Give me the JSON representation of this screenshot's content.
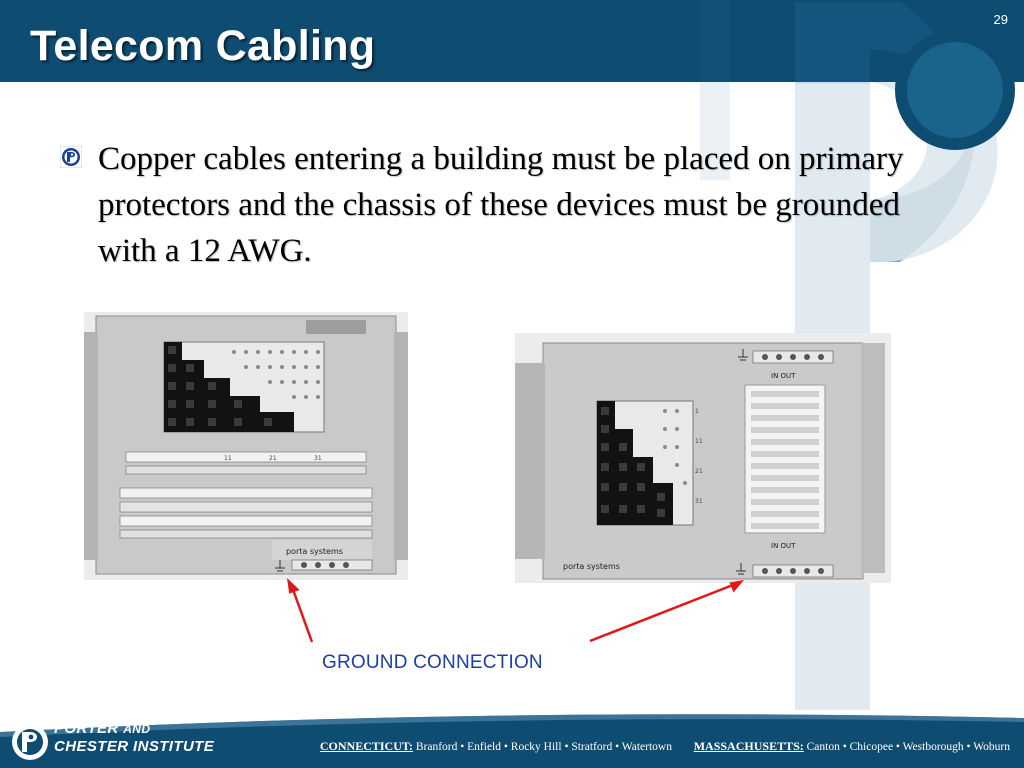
{
  "slide": {
    "number": "29",
    "title": "Telecom Cabling",
    "bullet": "Copper cables entering a building must be placed on primary protectors and the chassis of these devices must be grounded with a 12 AWG.",
    "callout": "GROUND CONNECTION"
  },
  "photo_left": {
    "label": "porta systems",
    "terminal_numbers": [
      "11",
      "21",
      "31"
    ]
  },
  "photo_right": {
    "label": "porta systems",
    "in_out": "IN OUT",
    "row_numbers": [
      "1",
      "11",
      "21",
      "31"
    ]
  },
  "footer": {
    "brand_line1": "PORTER",
    "brand_and": "AND",
    "brand_line2": "CHESTER INSTITUTE",
    "states": [
      {
        "name": "CONNECTICUT:",
        "towns": "Branford • Enfield • Rocky Hill • Stratford • Watertown"
      },
      {
        "name": "MASSACHUSETTS:",
        "towns": "Canton • Chicopee • Westborough • Woburn"
      }
    ]
  },
  "colors": {
    "header": "#0e4c71",
    "title": "#ffffff",
    "callout": "#1d3ea8",
    "arrow": "#e01818"
  },
  "icons": {
    "bullet": "porter-chester-logo-icon",
    "watermark": "porter-chester-logo-icon"
  }
}
